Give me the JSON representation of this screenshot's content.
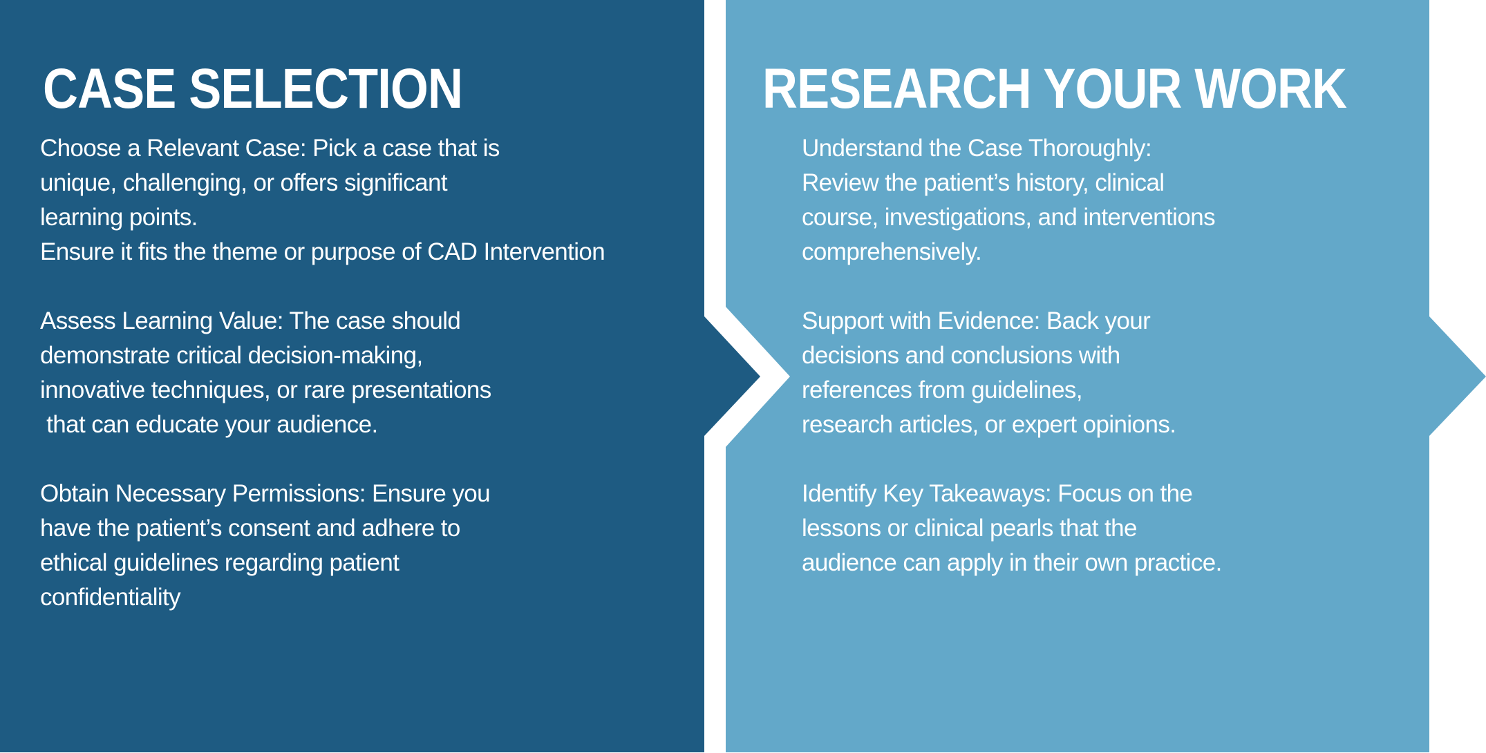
{
  "colors": {
    "left_panel": "#1e5b82",
    "right_panel": "#63a8c9",
    "text": "#ffffff"
  },
  "left": {
    "title": "CASE SELECTION",
    "paragraphs": [
      {
        "lines": [
          "Choose a Relevant Case: Pick a case that is",
          "unique, challenging, or offers significant",
          "learning points.",
          "Ensure it fits the theme or purpose of CAD Intervention"
        ]
      },
      {
        "lines": [
          "Assess Learning Value: The case should",
          "demonstrate critical decision-making,",
          "innovative techniques, or rare presentations",
          " that can educate your audience."
        ]
      },
      {
        "lines": [
          "Obtain Necessary Permissions: Ensure you",
          "have the patient’s consent and adhere to",
          "ethical guidelines regarding patient",
          "confidentiality"
        ]
      }
    ]
  },
  "right": {
    "title": "RESEARCH YOUR WORK",
    "paragraphs": [
      {
        "lines": [
          "Understand the Case Thoroughly:",
          "Review the patient’s history, clinical",
          "course, investigations, and interventions",
          "comprehensively."
        ]
      },
      {
        "lines": [
          "Support with Evidence: Back your",
          "decisions and conclusions with",
          "references from guidelines,",
          "research articles, or expert opinions."
        ]
      },
      {
        "lines": [
          "Identify Key Takeaways: Focus on the",
          "lessons or clinical pearls that the",
          "audience can apply in their own practice."
        ]
      }
    ]
  }
}
